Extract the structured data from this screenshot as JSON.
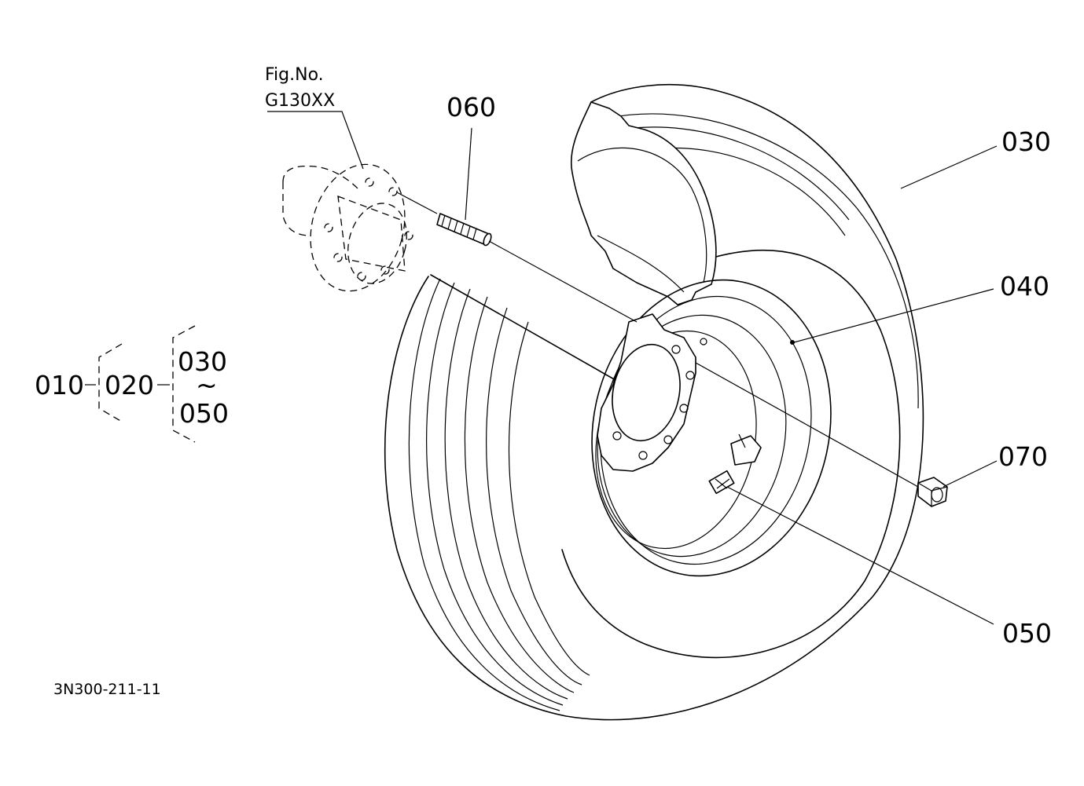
{
  "figure_ref": {
    "line1": "Fig.No.",
    "line2": "G130XX"
  },
  "callouts": {
    "c030": "030",
    "c040": "040",
    "c050": "050",
    "c060": "060",
    "c070": "070"
  },
  "assembly_tree": {
    "root": "010",
    "sub": "020",
    "range_start": "030",
    "range_sep": "~",
    "range_end": "050"
  },
  "drawing_number": "3N300-211-11"
}
